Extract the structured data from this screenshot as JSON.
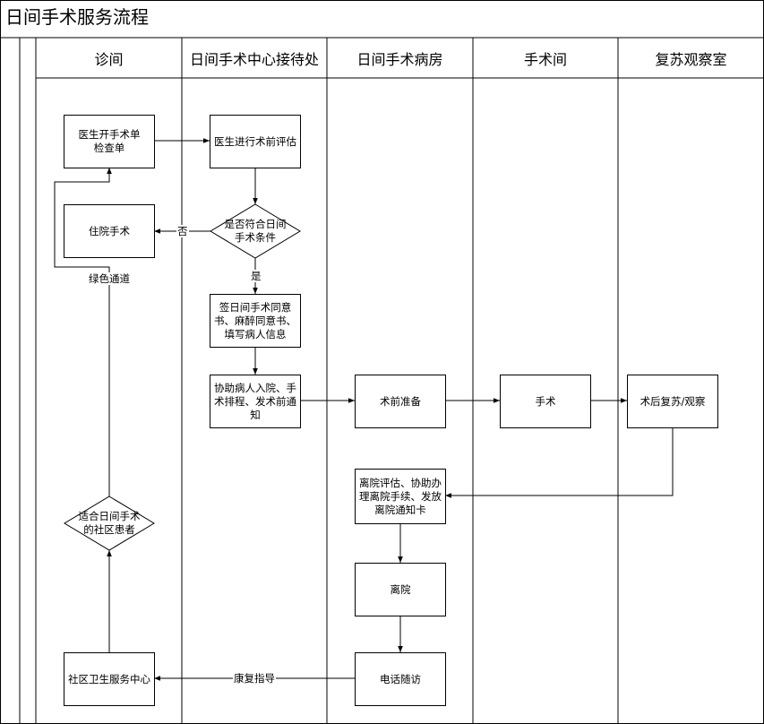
{
  "title": "日间手术服务流程",
  "lanes": [
    "诊间",
    "日间手术中心接待处",
    "日间手术病房",
    "手术间",
    "复苏观察室"
  ],
  "nodes": {
    "doctor_order": "医生开手术单\n检查单",
    "pre_eval": "医生进行术前评估",
    "decision_daysurgery": "是否符合日间\n手术条件",
    "inpatient_surgery": "住院手术",
    "sign_consent": "签日间手术同意\n书、麻醉同意书、\n填写病人信息",
    "assist_admission": "协助病人入院、手\n术排程、发术前通\n知",
    "pre_op_prep": "术前准备",
    "surgery": "手术",
    "recovery": "术后复苏/观察",
    "discharge_eval": "离院评估、协助办\n理离院手续、发放\n离院通知卡",
    "discharge": "离院",
    "phone_followup": "电话随访",
    "community_center": "社区卫生服务中心",
    "decision_community": "适合日间手术\n的社区患者"
  },
  "edge_labels": {
    "no": "否",
    "yes": "是",
    "green_channel": "绿色通道",
    "rehab_guidance": "康复指导"
  },
  "colors": {
    "line": "#000000",
    "background": "#ffffff"
  }
}
